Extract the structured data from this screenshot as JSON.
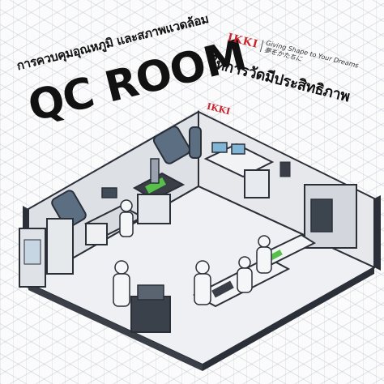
{
  "poster": {
    "subtitle": "การควบคุมอุณหภูมิ และสภาพแวดล้อม",
    "title": "QC ROOM",
    "tagline": "ให้การวัดมีประสิทธิภาพ",
    "brand_logo": "IKKI",
    "brand_slogan": "Giving Shape to Your Dreams",
    "brand_slogan_jp": "夢をかたちに",
    "wall_logo": "IKKI"
  },
  "colors": {
    "floor": "#e8eaee",
    "wall_back": "#dcdfe4",
    "wall_side": "#f4f5f7",
    "wall_edge": "#2b2f38",
    "machine": "#cfd3d9",
    "green_accent": "#56c04a",
    "brand_red": "#c8242c"
  }
}
